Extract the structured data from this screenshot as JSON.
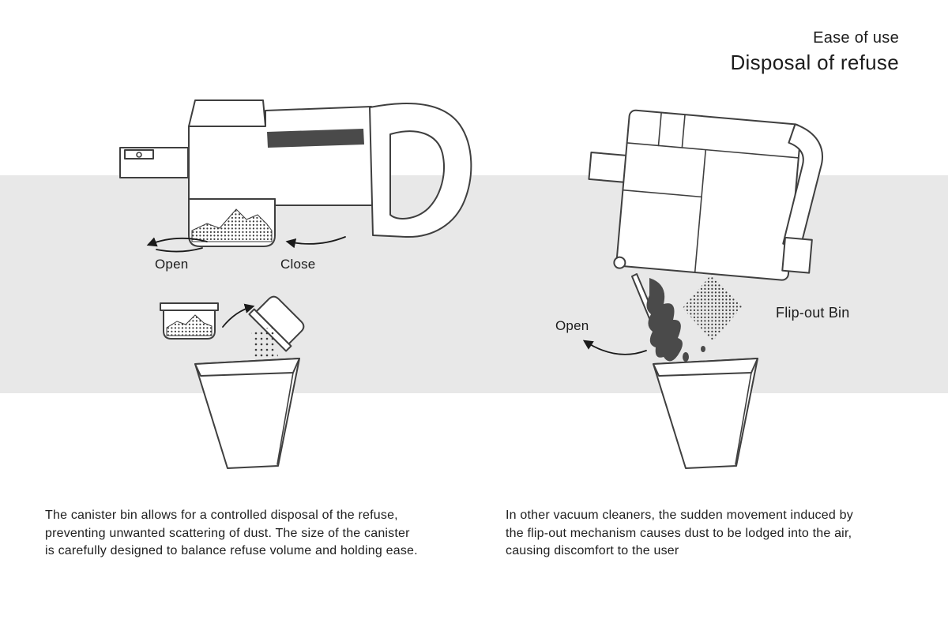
{
  "header": {
    "subtitle": "Ease of use",
    "title": "Disposal of refuse"
  },
  "left_diagram": {
    "name": "canister bin disposal",
    "open_label": "Open",
    "close_label": "Close",
    "caption": "The canister bin allows for a controlled disposal of the refuse,\npreventing unwanted scattering of dust. The size of the canister\nis carefully designed to balance refuse volume and holding ease."
  },
  "right_diagram": {
    "name": "flip-out bin disposal",
    "open_label": "Open",
    "flip_out_bin_label": "Flip-out Bin",
    "caption": "In other vacuum cleaners, the sudden movement induced by\nthe flip-out mechanism causes dust to be lodged into the air,\ncausing discomfort to the user"
  },
  "colors": {
    "background": "#ffffff",
    "band": "#e8e8e8",
    "line": "#3f3f3f",
    "text": "#1c1c1c",
    "dust": "#4a4a4a"
  }
}
